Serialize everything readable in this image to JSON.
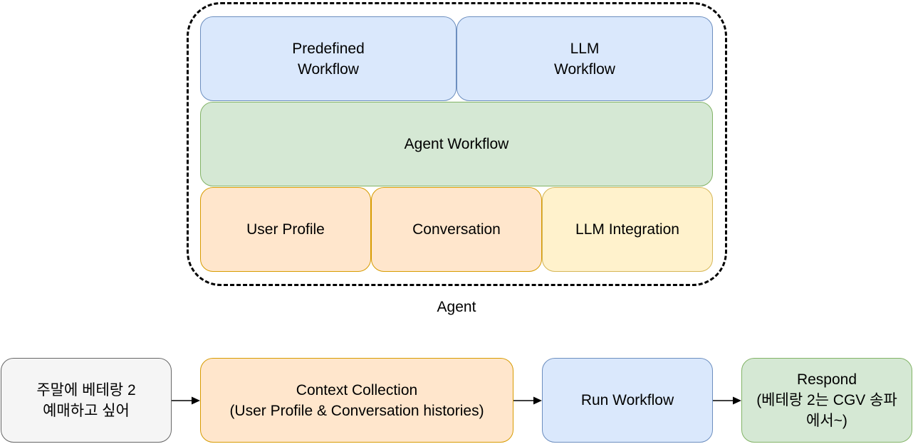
{
  "agent": {
    "caption": "Agent",
    "layers": {
      "predefined_workflow": "Predefined\nWorkflow",
      "llm_workflow": "LLM\nWorkflow",
      "agent_workflow": "Agent Workflow",
      "user_profile": "User Profile",
      "conversation": "Conversation",
      "llm_integration": "LLM Integration"
    }
  },
  "flow": {
    "user_request": "주말에 베테랑 2\n예매하고 싶어",
    "context_collection": "Context Collection\n(User Profile & Conversation histories)",
    "run_workflow": "Run Workflow",
    "respond": "Respond\n(베테랑 2는 CGV 송파\n에서~)"
  },
  "colors": {
    "blue_fill": "#dae8fc",
    "blue_stroke": "#6c8ebf",
    "green_fill": "#d5e8d4",
    "green_stroke": "#82b366",
    "orange_fill": "#ffe6cc",
    "orange_stroke": "#d79b00",
    "yellow_fill": "#fff2cc",
    "yellow_stroke": "#d6b656",
    "gray_fill": "#f5f5f5",
    "gray_stroke": "#666666"
  }
}
